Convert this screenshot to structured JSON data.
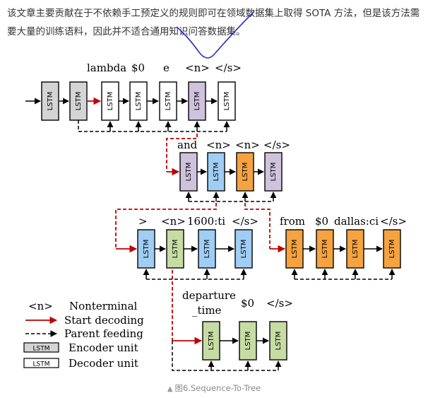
{
  "paragraph": "该文章主要贡献在于不依赖手工预定义的规则即可在领域数据集上取得 SOTA 方法，但是该方法需要大量的训练语料，因此并不适合通用知识问答数据集。",
  "figure": {
    "unit_label": "LSTM",
    "colors": {
      "encoder": "#d4d4d4",
      "decoder": "#ffffff",
      "purple": "#cfc2dc",
      "blue": "#9fcdf4",
      "orange": "#f4a340",
      "green": "#c7dca4",
      "start_arrow": "#c00000",
      "annotation": "#2233cc"
    },
    "row1": {
      "tokens": [
        "lambda",
        "$0",
        "e",
        "<n>",
        "</s>"
      ]
    },
    "row2": {
      "tokens": [
        "and",
        "<n>",
        "<n>",
        "</s>"
      ]
    },
    "row3": {
      "tokens": [
        ">",
        "<n>",
        "1600:ti",
        "</s>"
      ]
    },
    "row3b": {
      "tokens": [
        "from",
        "$0",
        "dallas:ci",
        "</s>"
      ]
    },
    "row4": {
      "tokens": [
        "departure",
        "_time",
        "$0",
        "</s>"
      ]
    },
    "legend": [
      {
        "symbol": "<n>",
        "text": "Nonterminal"
      },
      {
        "symbol": "red-arrow",
        "text": "Start decoding"
      },
      {
        "symbol": "dashed-arrow",
        "text": "Parent feeding"
      },
      {
        "symbol": "LSTM",
        "text": "Encoder unit"
      },
      {
        "symbol": "LSTM",
        "text": "Decoder unit"
      }
    ]
  },
  "caption": {
    "icon": "▲",
    "text": "图6.Sequence-To-Tree"
  }
}
